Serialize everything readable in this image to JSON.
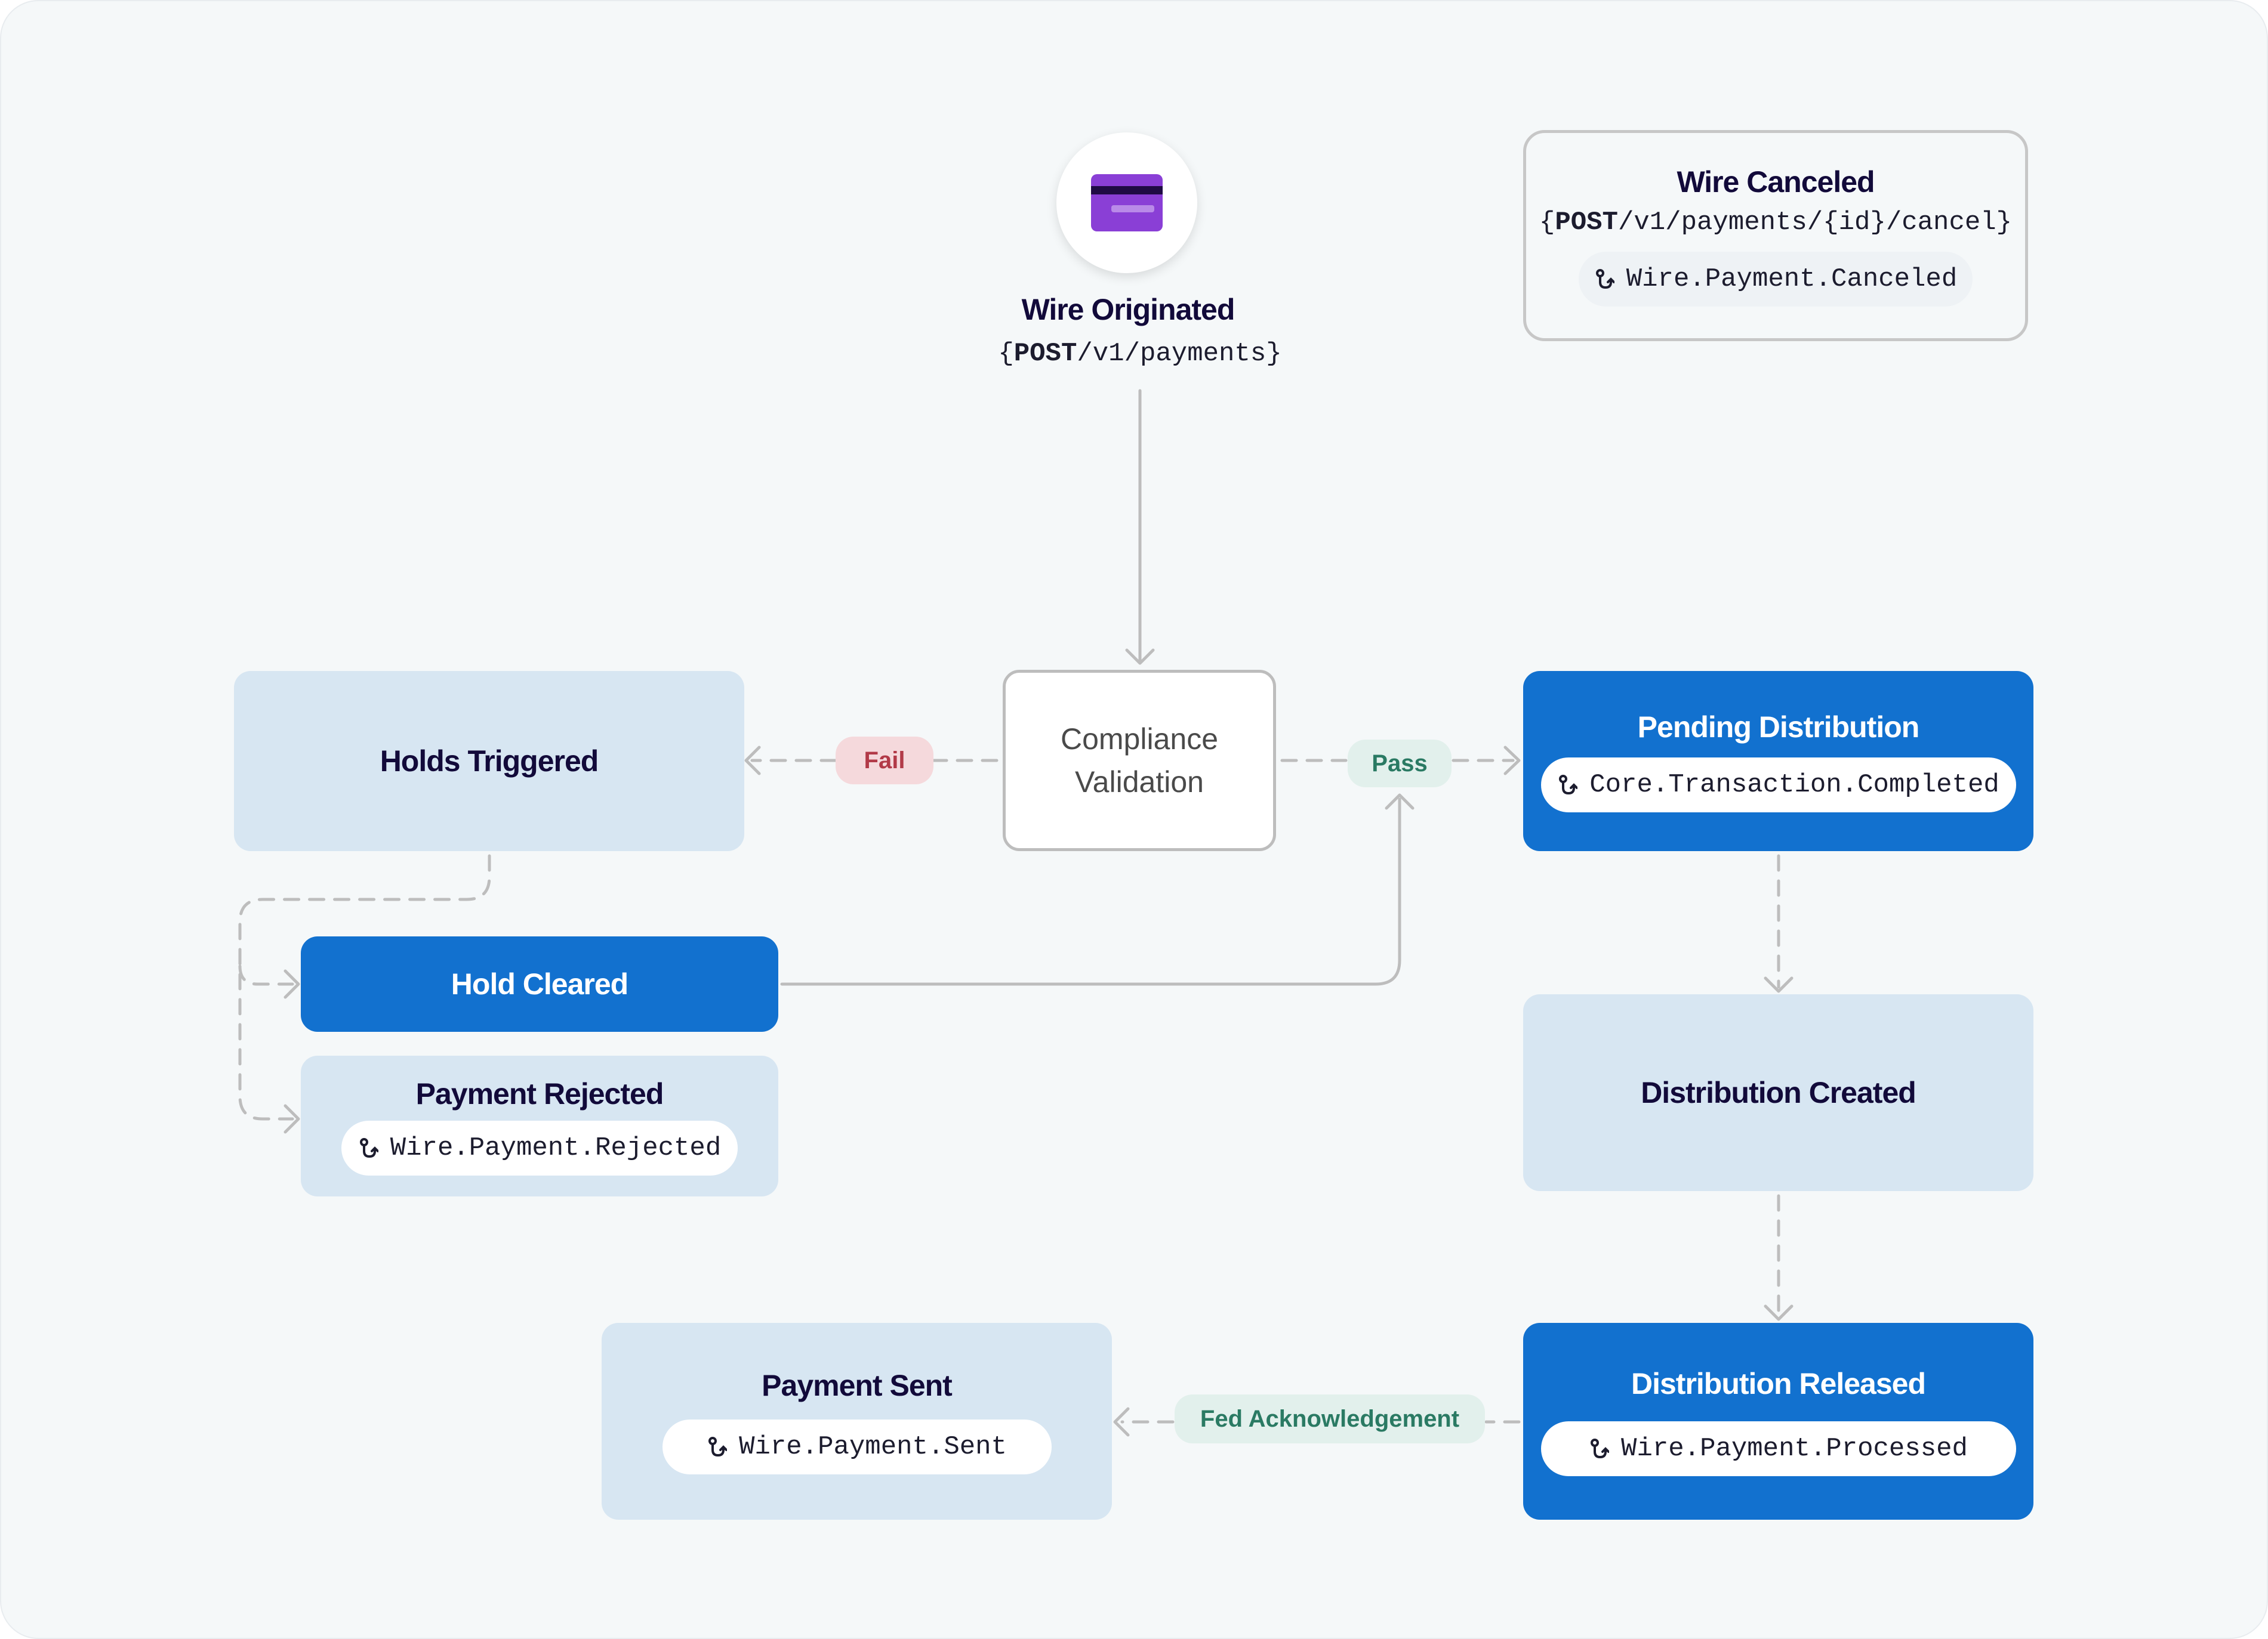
{
  "colors": {
    "background": "#f5f8f9",
    "light_node": "#d7e6f2",
    "dark_node": "#1271cf",
    "connector": "#bdbdbd",
    "fail": "#b23a48",
    "pass": "#2a7a63",
    "icon_purple": "#8a3fd6"
  },
  "start": {
    "icon": "credit-card-icon",
    "title": "Wire Originated",
    "api_method": "POST",
    "api_path": "/v1/payments",
    "brace_open": "{",
    "brace_close": "}"
  },
  "canceled": {
    "title": "Wire Canceled",
    "api_method": "POST",
    "api_path": "/v1/payments/{id}/cancel",
    "brace_open": "{",
    "brace_close": "}",
    "event": "Wire.Payment.Canceled"
  },
  "compliance": {
    "line1": "Compliance",
    "line2": "Validation"
  },
  "labels": {
    "fail": "Fail",
    "pass": "Pass",
    "fed": "Fed Acknowledgement"
  },
  "holds": {
    "title": "Holds Triggered"
  },
  "hold_cleared": {
    "title": "Hold Cleared"
  },
  "rejected": {
    "title": "Payment Rejected",
    "event": "Wire.Payment.Rejected"
  },
  "pending": {
    "title": "Pending Distribution",
    "event": "Core.Transaction.Completed"
  },
  "dist_created": {
    "title": "Distribution Created"
  },
  "dist_released": {
    "title": "Distribution Released",
    "event": "Wire.Payment.Processed"
  },
  "sent": {
    "title": "Payment Sent",
    "event": "Wire.Payment.Sent"
  },
  "event_icon": "webhook-icon"
}
